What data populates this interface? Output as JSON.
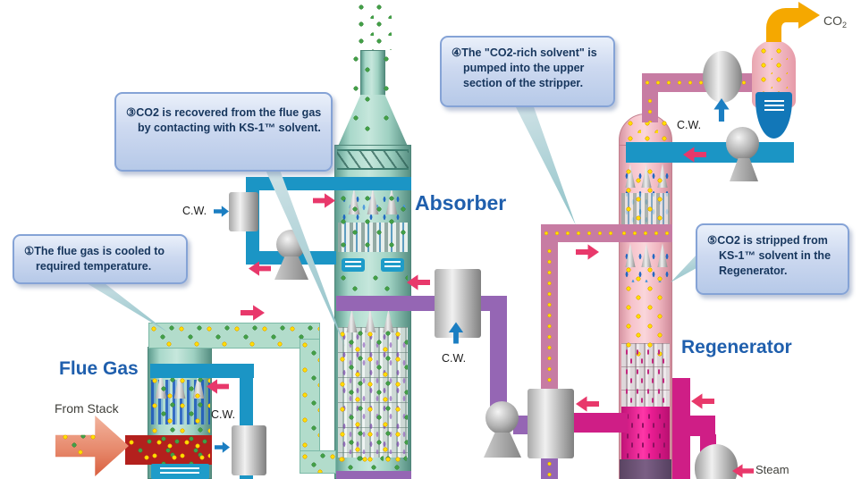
{
  "callouts": {
    "c1": "①The flue gas is cooled to required temperature.",
    "c3": "③CO2 is recovered from the flue gas by contacting with KS-1™ solvent.",
    "c4": "④The \"CO2-rich solvent\" is pumped into the upper section of the stripper.",
    "c5": "⑤CO2 is stripped from KS-1™ solvent in the Regenerator."
  },
  "labels": {
    "absorber": "Absorber",
    "regenerator": "Regenerator",
    "flue_gas": "Flue Gas",
    "from_stack": "From Stack",
    "cw": "C.W.",
    "co2_base": "CO",
    "co2_sub": "2",
    "steam": "Steam"
  },
  "colors": {
    "label_blue": "#1f5fad",
    "callout_fill": "#cdd9f0",
    "callout_border": "#85a3d6",
    "callout_text": "#17365d",
    "pipe_blue": "#1b95c5",
    "pipe_purple": "#9566b4",
    "pipe_magenta": "#cf1e86",
    "pipe_mauve": "#c77ca3",
    "absorber_teal": "#a9d8ca",
    "regenerator_pink": "#f6c2cb",
    "flow_arrow_pink": "#e8386b",
    "flow_arrow_blue": "#1b7ec2",
    "co2_arrow_orange": "#f5a800",
    "flue_duct_red": "#b3201d",
    "co2_dot_yellow": "#ffe000",
    "flue_dot_green": "#43a047"
  }
}
